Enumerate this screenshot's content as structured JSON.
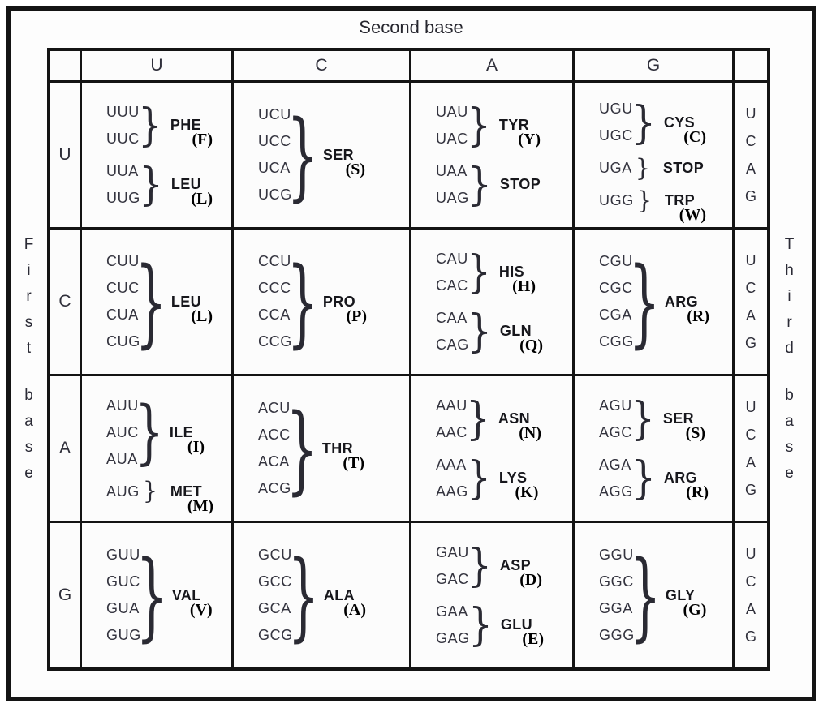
{
  "header": {
    "top_label": "Second base",
    "left_label": "First base",
    "right_label": "Third base"
  },
  "second_bases": [
    "U",
    "C",
    "A",
    "G"
  ],
  "third_bases": [
    "U",
    "C",
    "A",
    "G"
  ],
  "rows": [
    {
      "first_base": "U",
      "cells": [
        {
          "groups": [
            {
              "codons": [
                "UUU",
                "UUC"
              ],
              "amino": "PHE",
              "letter": "(F)"
            },
            {
              "codons": [
                "UUA",
                "UUG"
              ],
              "amino": "LEU",
              "letter": "(L)"
            }
          ]
        },
        {
          "groups": [
            {
              "codons": [
                "UCU",
                "UCC",
                "UCA",
                "UCG"
              ],
              "amino": "SER",
              "letter": "(S)"
            }
          ]
        },
        {
          "groups": [
            {
              "codons": [
                "UAU",
                "UAC"
              ],
              "amino": "TYR",
              "letter": "(Y)"
            },
            {
              "codons": [
                "UAA",
                "UAG"
              ],
              "amino": "STOP",
              "letter": ""
            }
          ]
        },
        {
          "groups": [
            {
              "codons": [
                "UGU",
                "UGC"
              ],
              "amino": "CYS",
              "letter": "(C)"
            },
            {
              "codons": [
                "UGA"
              ],
              "amino": "STOP",
              "letter": ""
            },
            {
              "codons": [
                "UGG"
              ],
              "amino": "TRP",
              "letter": "(W)"
            }
          ]
        }
      ]
    },
    {
      "first_base": "C",
      "cells": [
        {
          "groups": [
            {
              "codons": [
                "CUU",
                "CUC",
                "CUA",
                "CUG"
              ],
              "amino": "LEU",
              "letter": "(L)"
            }
          ]
        },
        {
          "groups": [
            {
              "codons": [
                "CCU",
                "CCC",
                "CCA",
                "CCG"
              ],
              "amino": "PRO",
              "letter": "(P)"
            }
          ]
        },
        {
          "groups": [
            {
              "codons": [
                "CAU",
                "CAC"
              ],
              "amino": "HIS",
              "letter": "(H)"
            },
            {
              "codons": [
                "CAA",
                "CAG"
              ],
              "amino": "GLN",
              "letter": "(Q)"
            }
          ]
        },
        {
          "groups": [
            {
              "codons": [
                "CGU",
                "CGC",
                "CGA",
                "CGG"
              ],
              "amino": "ARG",
              "letter": "(R)"
            }
          ]
        }
      ]
    },
    {
      "first_base": "A",
      "cells": [
        {
          "groups": [
            {
              "codons": [
                "AUU",
                "AUC",
                "AUA"
              ],
              "amino": "ILE",
              "letter": "(I)"
            },
            {
              "codons": [
                "AUG"
              ],
              "amino": "MET",
              "letter": "(M)"
            }
          ]
        },
        {
          "groups": [
            {
              "codons": [
                "ACU",
                "ACC",
                "ACA",
                "ACG"
              ],
              "amino": "THR",
              "letter": "(T)"
            }
          ]
        },
        {
          "groups": [
            {
              "codons": [
                "AAU",
                "AAC"
              ],
              "amino": "ASN",
              "letter": "(N)"
            },
            {
              "codons": [
                "AAA",
                "AAG"
              ],
              "amino": "LYS",
              "letter": "(K)"
            }
          ]
        },
        {
          "groups": [
            {
              "codons": [
                "AGU",
                "AGC"
              ],
              "amino": "SER",
              "letter": "(S)"
            },
            {
              "codons": [
                "AGA",
                "AGG"
              ],
              "amino": "ARG",
              "letter": "(R)"
            }
          ]
        }
      ]
    },
    {
      "first_base": "G",
      "cells": [
        {
          "groups": [
            {
              "codons": [
                "GUU",
                "GUC",
                "GUA",
                "GUG"
              ],
              "amino": "VAL",
              "letter": "(V)"
            }
          ]
        },
        {
          "groups": [
            {
              "codons": [
                "GCU",
                "GCC",
                "GCA",
                "GCG"
              ],
              "amino": "ALA",
              "letter": "(A)"
            }
          ]
        },
        {
          "groups": [
            {
              "codons": [
                "GAU",
                "GAC"
              ],
              "amino": "ASP",
              "letter": "(D)"
            },
            {
              "codons": [
                "GAA",
                "GAG"
              ],
              "amino": "GLU",
              "letter": "(E)"
            }
          ]
        },
        {
          "groups": [
            {
              "codons": [
                "GGU",
                "GGC",
                "GGA",
                "GGG"
              ],
              "amino": "GLY",
              "letter": "(G)"
            }
          ]
        }
      ]
    }
  ],
  "colors": {
    "border": "#141414",
    "codon_text": "#34343f",
    "amino_text": "#17171c",
    "background": "#fcfcfc"
  }
}
